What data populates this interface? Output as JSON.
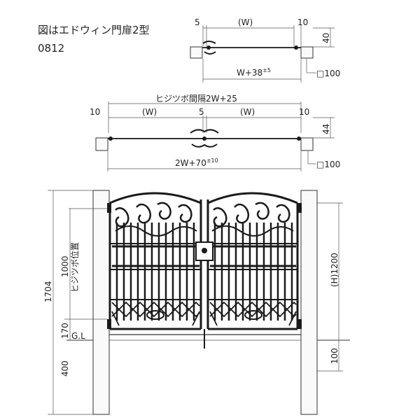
{
  "title": {
    "line1": "図はエドウィン門扉2型",
    "line2": "0812"
  },
  "single_plan": {
    "dim_left": "5",
    "dim_width": "(W)",
    "dim_right": "10",
    "dim_depth": "40",
    "total_prefix": "W+38",
    "total_tol": "±5",
    "post_size": "□100"
  },
  "double_plan": {
    "hinge_spacing": "ヒジツボ間隔2W+25",
    "dim_left": "10",
    "dim_w_left": "(W)",
    "dim_center": "5",
    "dim_w_right": "(W)",
    "dim_right": "10",
    "dim_depth": "44",
    "total_prefix": "2W+70",
    "total_tol": "±10",
    "post_size": "□100"
  },
  "elevation": {
    "total_height": "1704",
    "hinge_height": "1000",
    "hinge_label": "ヒジツボ位置",
    "ground_clearance": "170",
    "ground_label": "G.L",
    "embed_depth": "400",
    "gate_height": "(H)1200",
    "bottom_gap": "100"
  },
  "colors": {
    "line": "#333333",
    "iron": "#1a1a1a",
    "background": "#ffffff"
  }
}
